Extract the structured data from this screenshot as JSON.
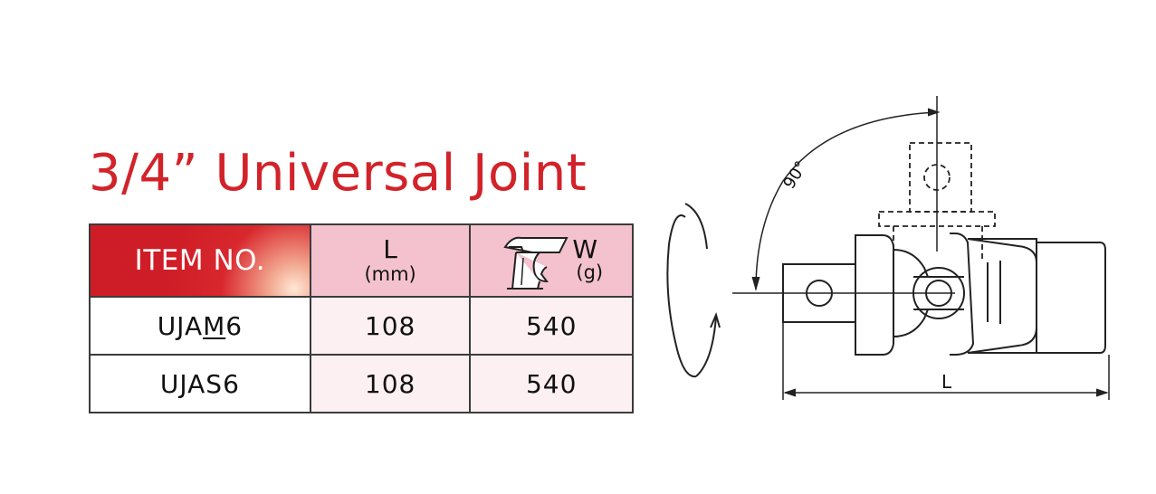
{
  "title": "3/4” Universal Joint",
  "table": {
    "headers": {
      "item": "ITEM NO.",
      "length_label": "L",
      "length_unit": "(mm)",
      "weight_label": "W",
      "weight_unit": "(g)"
    },
    "rows": [
      {
        "item_prefix": "UJA",
        "item_underlined": "M",
        "item_suffix": "6",
        "length": "108",
        "weight": "540"
      },
      {
        "item": "UJAS6",
        "length": "108",
        "weight": "540"
      }
    ]
  },
  "diagram": {
    "angle_label": "90°",
    "length_label": "L"
  },
  "colors": {
    "accent": "#d2232a",
    "header_pink": "#f4c2ce",
    "cell_pink": "#fdf0f3"
  },
  "icons": [
    "scale-icon",
    "rotation-arrow-icon",
    "universal-joint-drawing"
  ]
}
